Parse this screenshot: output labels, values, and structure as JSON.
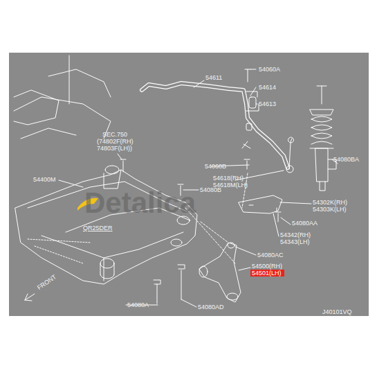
{
  "diagram": {
    "nodes": [
      {
        "text": [
          "54501(LH)"
        ]
      }
    ],
    "labels": [
      "54611",
      "54060A",
      "54614",
      "54613",
      "SEC.750",
      "(74802F(RH)",
      "74803F(LH))",
      "54060B",
      "54618(RH)",
      "54618M(LH)",
      "54080BA",
      "54400M",
      "54080B",
      "54302K(RH)",
      "54303K(LH)",
      "54080AA",
      "QR25DER",
      "54342(RH)",
      "54343(LH)",
      "54080AC",
      "54500(RH)",
      "FRONT",
      "54080A",
      "54080AD",
      "J40101VQ",
      "Detalica"
    ]
  }
}
